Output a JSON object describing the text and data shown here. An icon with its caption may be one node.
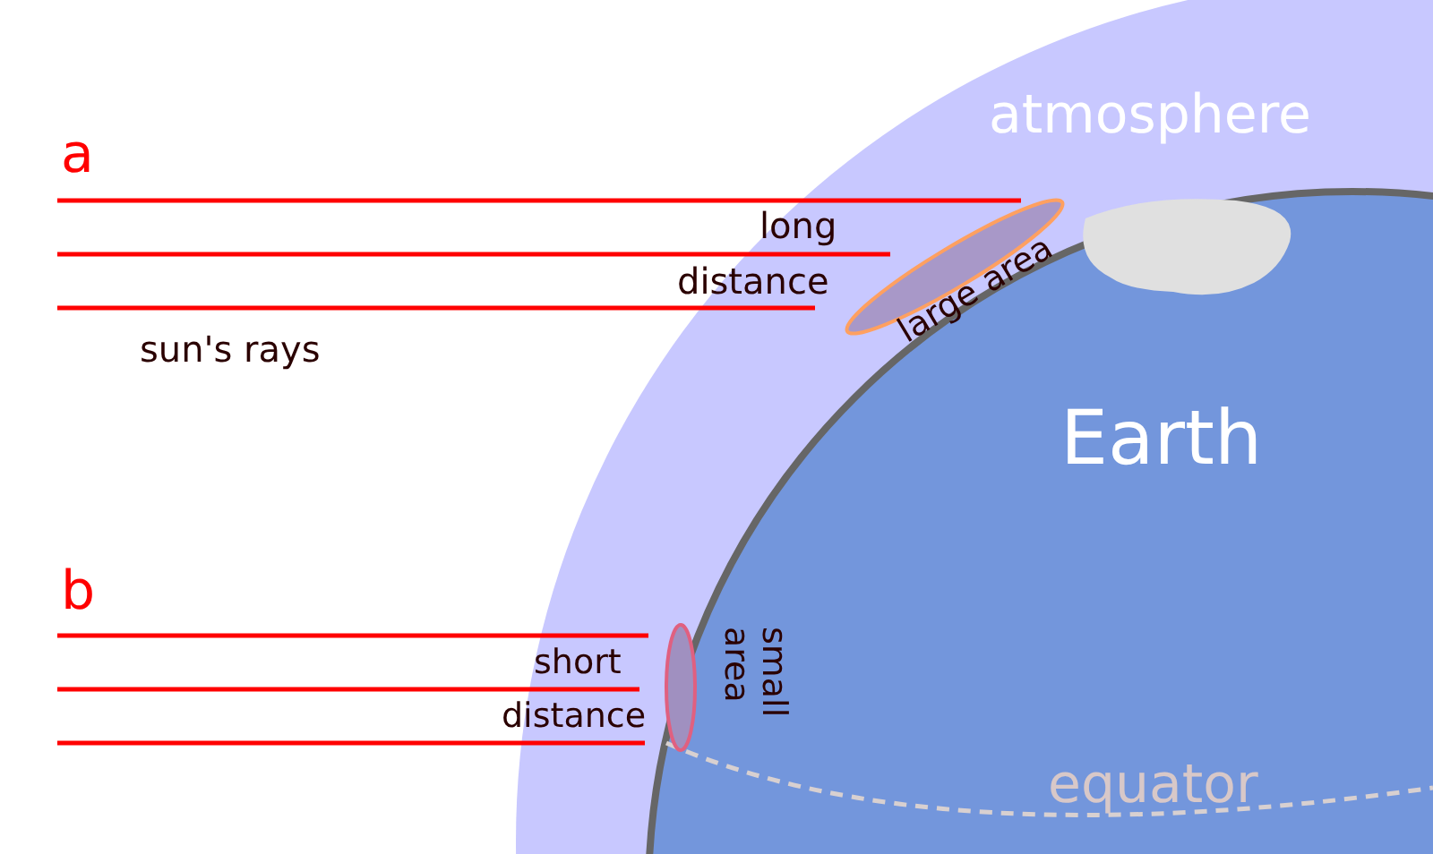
{
  "diagram": {
    "labels": [
      "a",
      "atmosphere",
      "long",
      "distance",
      "large area",
      "sun's rays",
      "Earth",
      "b",
      "short",
      "distance",
      "small area",
      "equator"
    ]
  }
}
